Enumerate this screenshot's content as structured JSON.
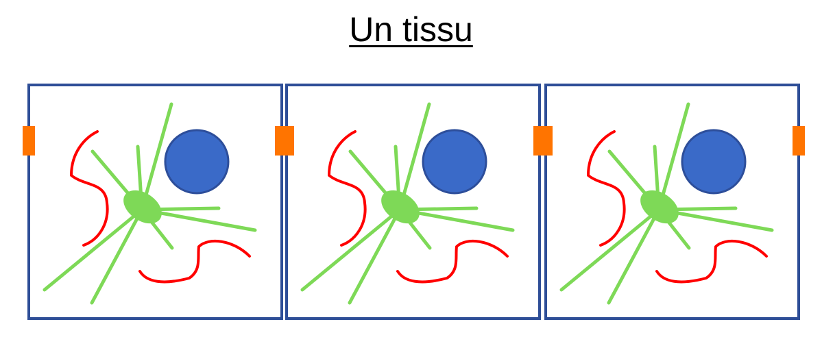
{
  "title": "Un tissu",
  "colors": {
    "cell_border": "#2E4E97",
    "nucleus_fill": "#3A6AC8",
    "nucleus_stroke": "#2D4E9A",
    "centrosome": "#7ED957",
    "microtubules": "#7ED957",
    "organelle_lines": "#FF0000",
    "junctions": "#FF7400"
  },
  "cells": [
    {
      "id": "cell-1"
    },
    {
      "id": "cell-2"
    },
    {
      "id": "cell-3"
    }
  ],
  "junction_count": 4
}
